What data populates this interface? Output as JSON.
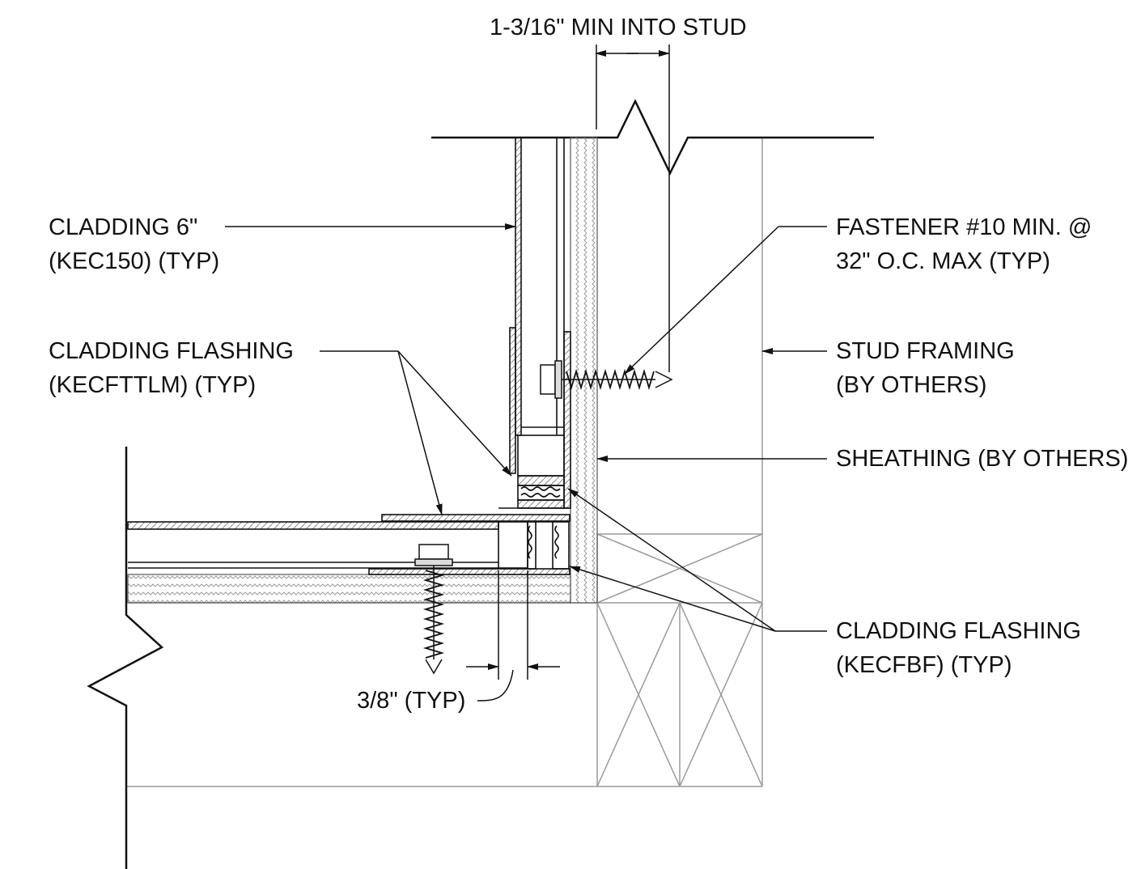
{
  "labels": {
    "dim_top": "1-3/16\" MIN INTO STUD",
    "cladding_line1": "CLADDING 6\"",
    "cladding_line2": "(KEC150) (TYP)",
    "fastener_line1": "FASTENER #10 MIN. @",
    "fastener_line2": "32\" O.C. MAX (TYP)",
    "flash_ttlm_line1": "CLADDING FLASHING",
    "flash_ttlm_line2": "(KECFTTLM) (TYP)",
    "stud_line1": "STUD FRAMING",
    "stud_line2": "(BY OTHERS)",
    "sheathing": "SHEATHING (BY OTHERS)",
    "flash_bf_line1": "CLADDING FLASHING",
    "flash_bf_line2": "(KECFBF) (TYP)",
    "dim_bottom": "3/8\" (TYP)"
  },
  "colors": {
    "line": "#111111",
    "thin": "#777777",
    "framing": "#9a9a9a"
  }
}
